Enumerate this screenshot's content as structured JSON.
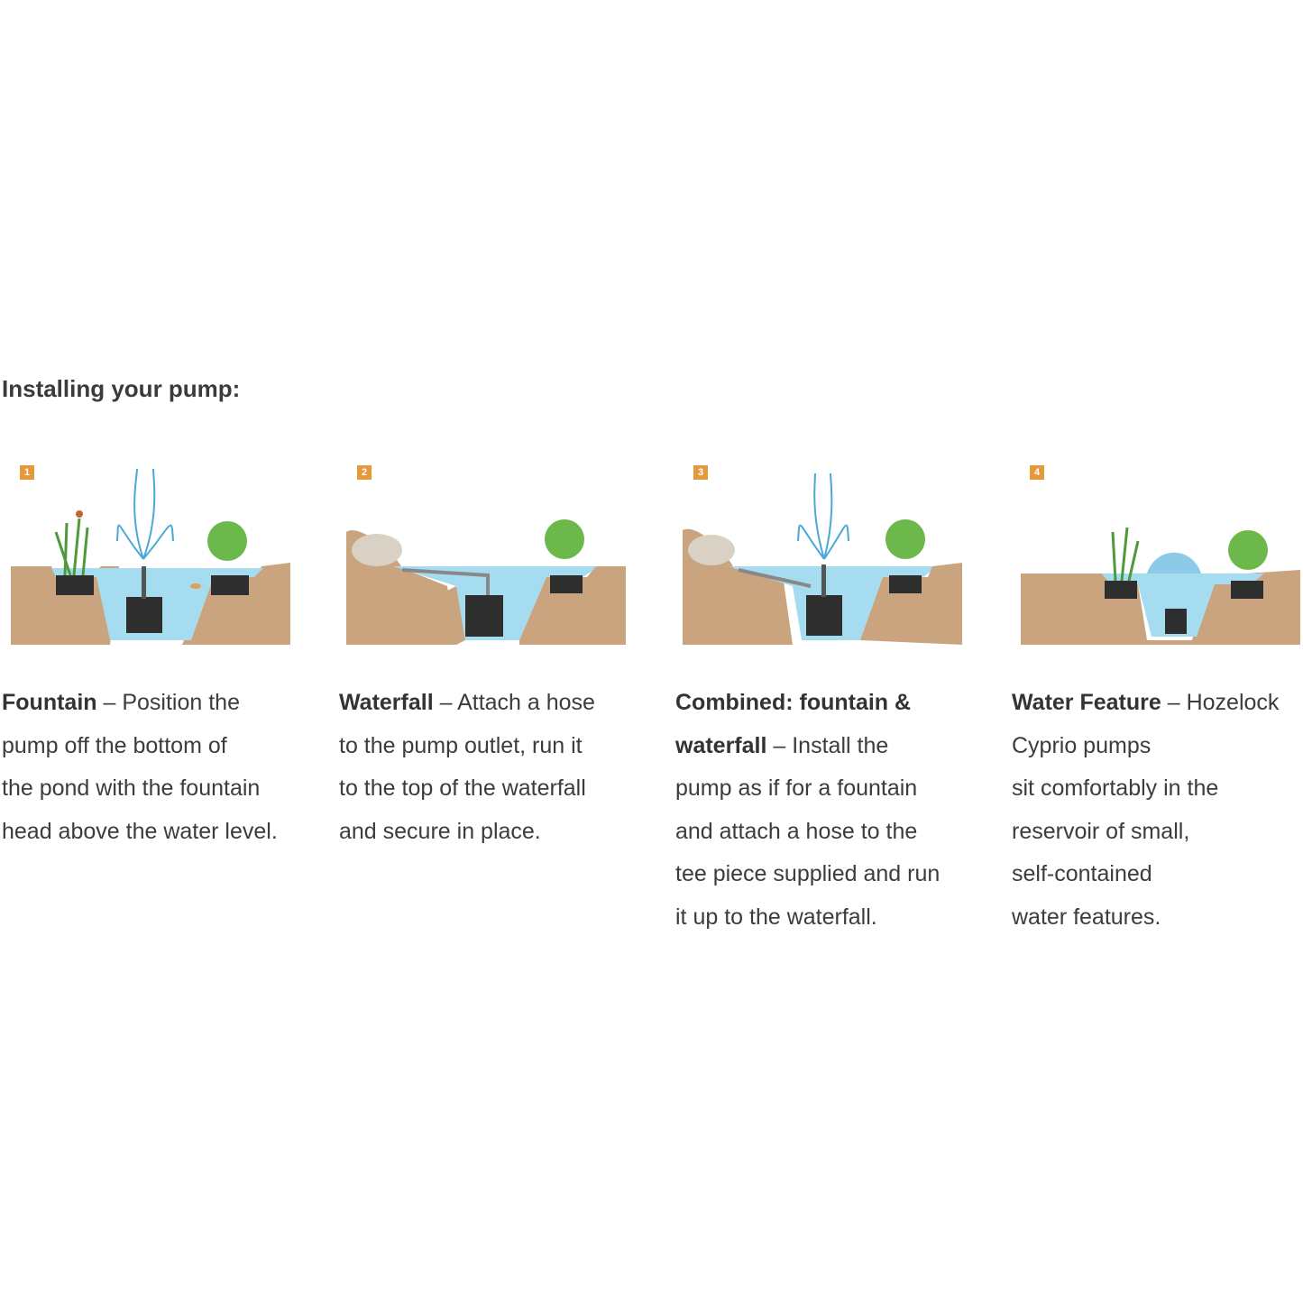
{
  "heading": "Installing your pump:",
  "colors": {
    "soil": "#caa47e",
    "water": "#a6dcf0",
    "pump": "#2e2e2e",
    "badge": "#e49a3c",
    "plant": "#4e9a3a"
  },
  "steps": [
    {
      "number": "1",
      "title": "Fountain",
      "desc": "– Position the pump off the bottom of the pond with the fountain head above the water level.",
      "lines": [
        "pump off the bottom of",
        "the pond with the fountain",
        "head above the water level."
      ],
      "first": "– Position the"
    },
    {
      "number": "2",
      "title": "Waterfall",
      "first": "– Attach a hose",
      "lines": [
        "to the pump outlet, run it",
        "to the top of the waterfall",
        "and secure in place."
      ]
    },
    {
      "number": "3",
      "title": "Combined: fountain &",
      "title2": "waterfall",
      "first": "– Install the",
      "lines": [
        "pump as if for a fountain",
        "and attach a hose to the",
        "tee piece supplied and run",
        "it up to the waterfall."
      ]
    },
    {
      "number": "4",
      "title": "Water Feature",
      "first": "– Hozelock",
      "lines": [
        "Cyprio pumps",
        "sit comfortably in the",
        "reservoir of small,",
        "self-contained",
        "water features."
      ]
    }
  ]
}
